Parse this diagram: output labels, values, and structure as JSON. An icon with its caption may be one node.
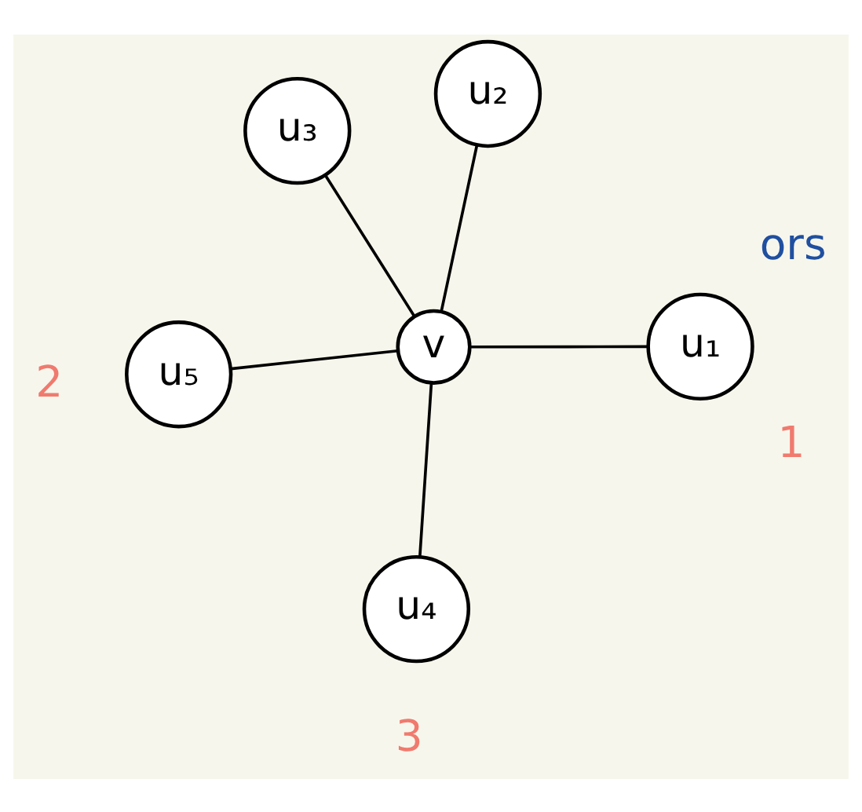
{
  "diagram": {
    "nodes": [
      {
        "text": [
          "u₅"
        ]
      },
      {
        "text": [
          "u₁"
        ]
      },
      {
        "text": [
          "u₄"
        ]
      },
      {
        "text": [
          "v"
        ]
      },
      {
        "text": [
          "u₂"
        ]
      },
      {
        "text": [
          "u₃"
        ]
      }
    ],
    "edges": [
      {
        "from": 3,
        "to": 0,
        "arrow": "none"
      },
      {
        "from": 1,
        "to": 3,
        "arrow": "none"
      },
      {
        "from": 3,
        "to": 2,
        "arrow": "none"
      },
      {
        "from": 4,
        "to": 3,
        "arrow": "none"
      },
      {
        "from": 3,
        "to": 5,
        "arrow": "none"
      }
    ],
    "labels": [
      "2",
      "ors",
      "1",
      "3"
    ]
  }
}
